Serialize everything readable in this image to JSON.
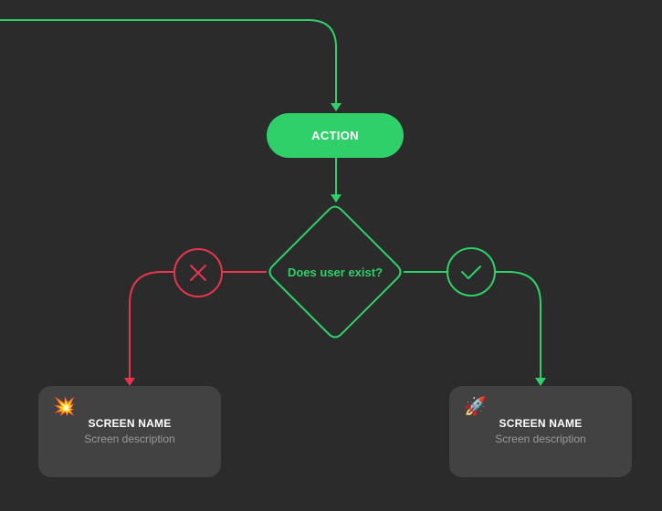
{
  "colors": {
    "background": "#2b2b2b",
    "success": "#2fd06a",
    "error": "#e8344e",
    "card": "#424242",
    "card_title": "#ffffff",
    "card_desc": "#9a9a9a"
  },
  "action": {
    "label": "ACTION"
  },
  "decision": {
    "label": "Does user exist?",
    "no_icon": "close-icon",
    "yes_icon": "check-icon"
  },
  "screens": {
    "error": {
      "emoji": "💥",
      "name": "SCREEN NAME",
      "description": "Screen description"
    },
    "success": {
      "emoji": "🚀",
      "name": "SCREEN NAME",
      "description": "Screen description"
    }
  }
}
